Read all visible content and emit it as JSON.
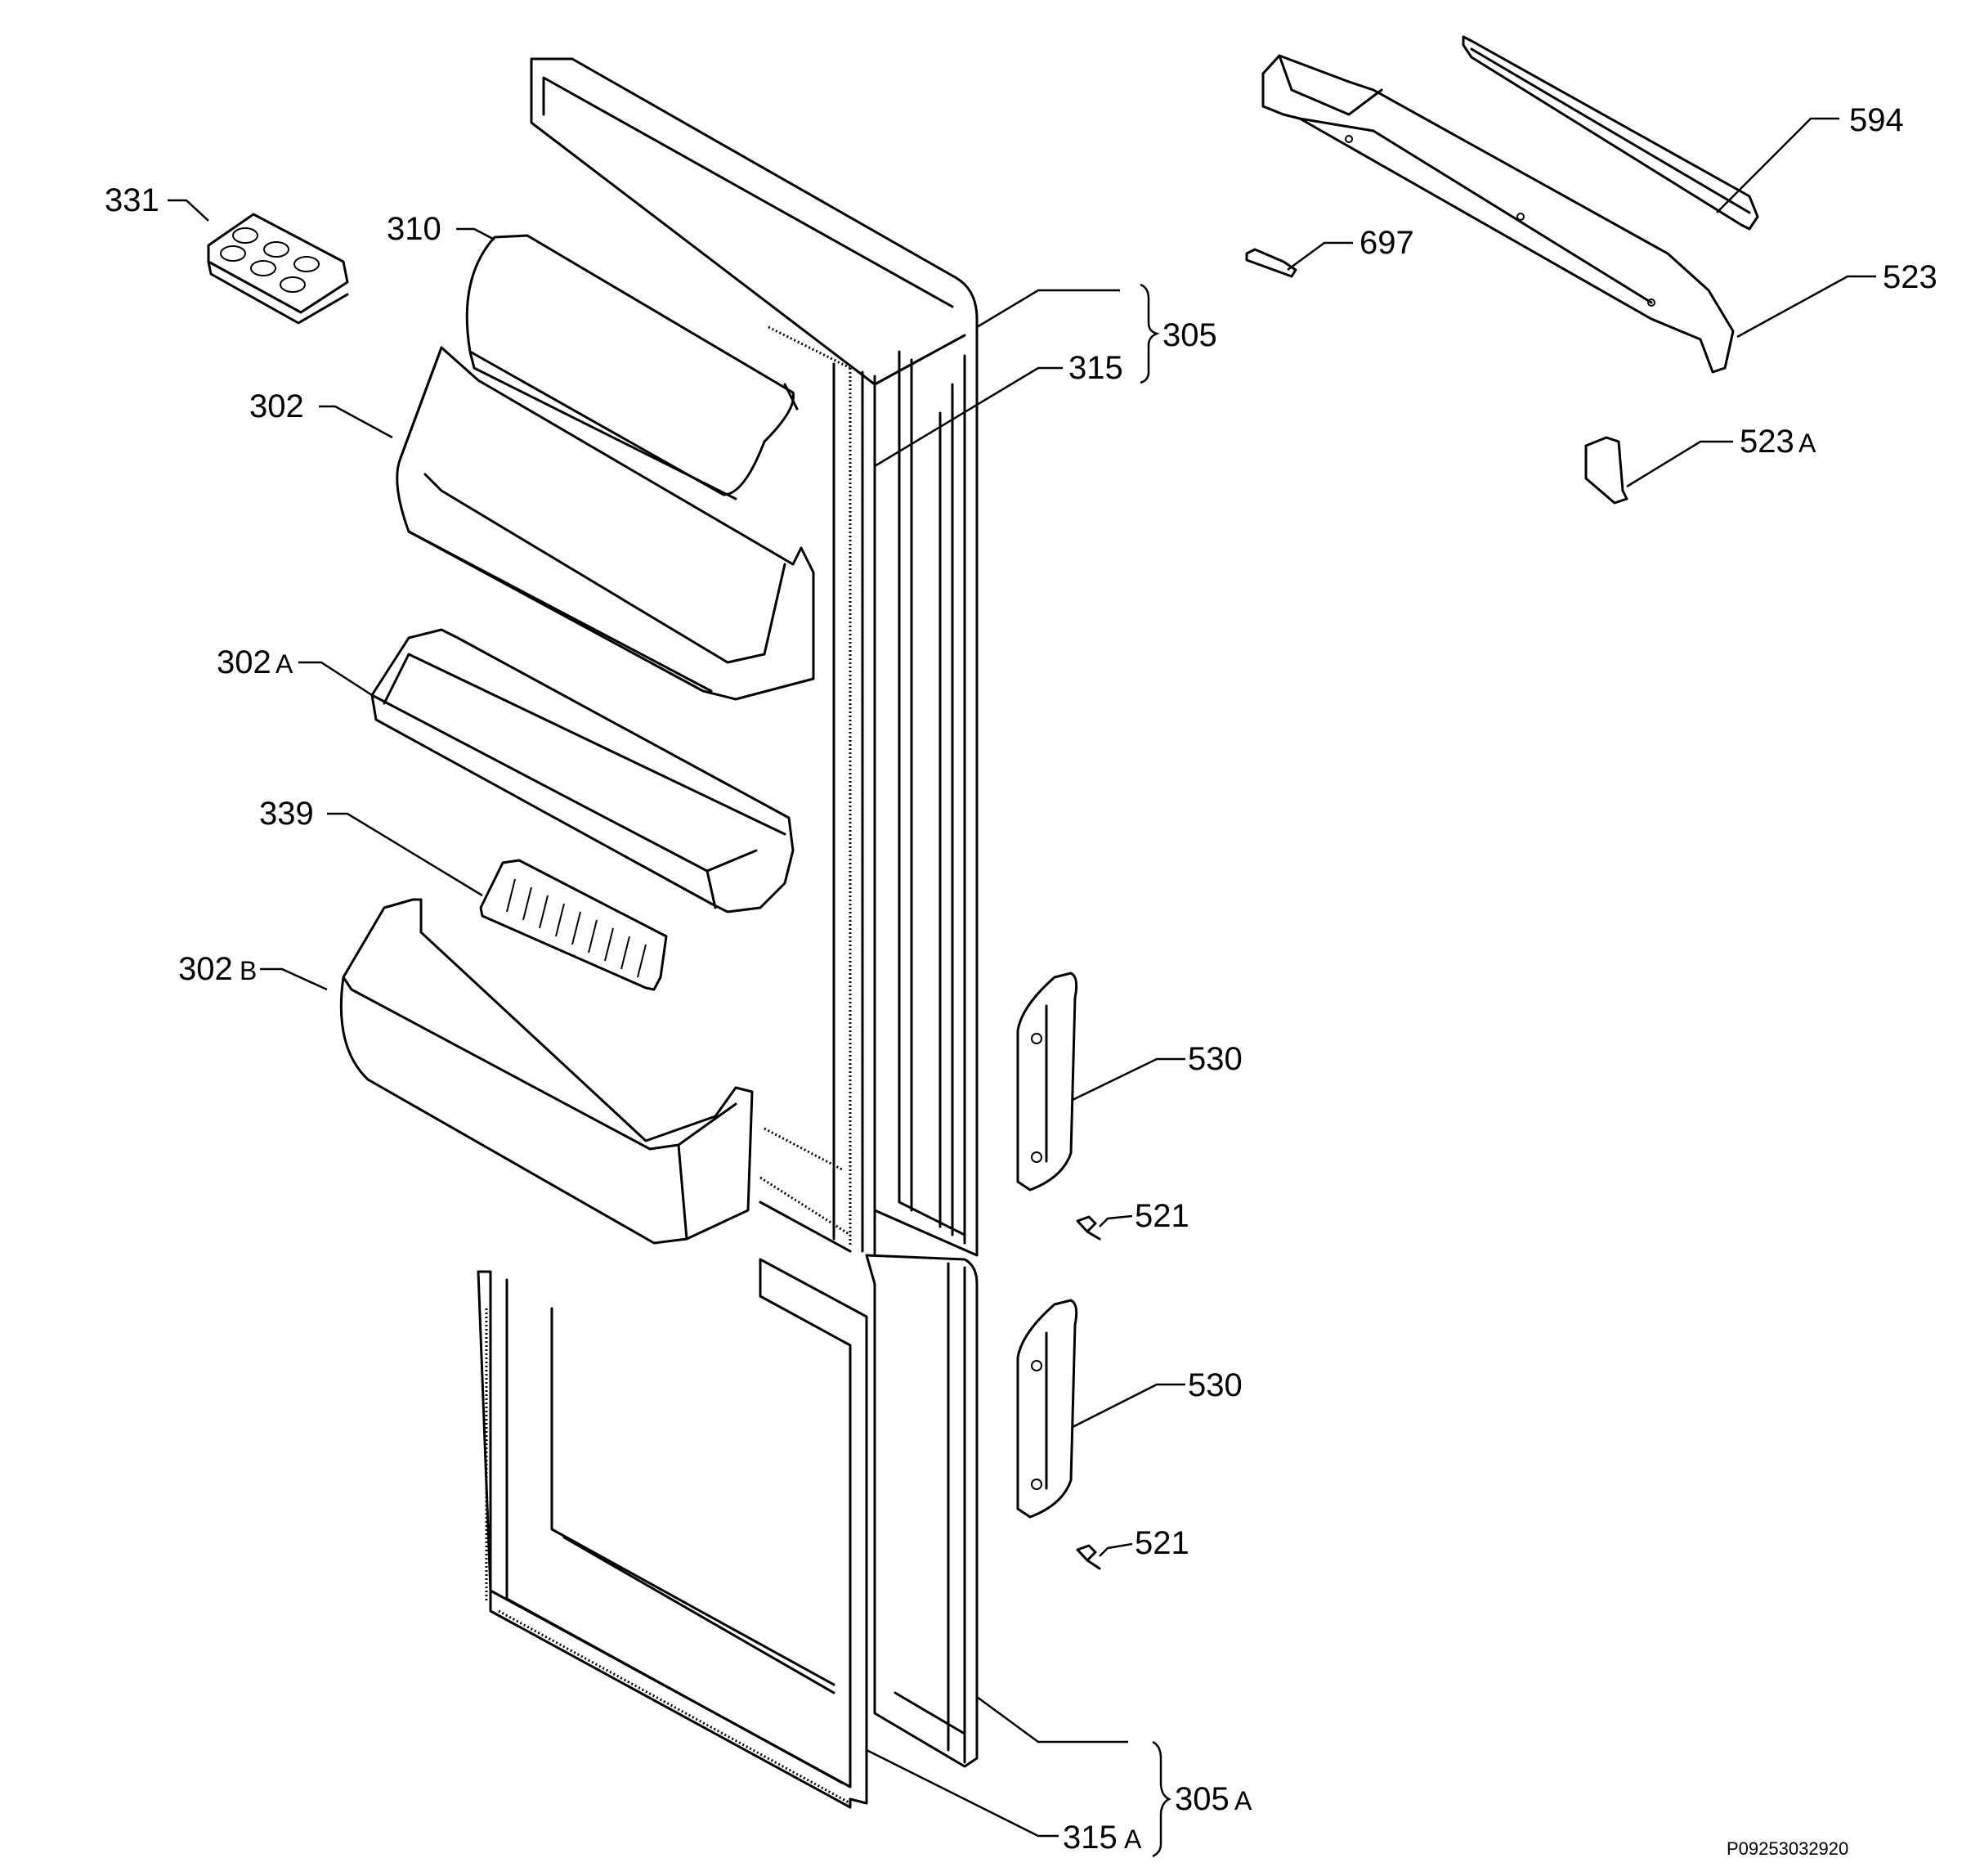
{
  "diagram": {
    "labels": {
      "p331": "331",
      "p310": "310",
      "p302": "302",
      "p302A": "302",
      "p302A_suffix": "A",
      "p339": "339",
      "p302B": "302",
      "p302B_suffix": "B",
      "p305": "305",
      "p315": "315",
      "p594": "594",
      "p697": "697",
      "p523": "523",
      "p523A": "523",
      "p523A_suffix": "A",
      "p530_top": "530",
      "p521_top": "521",
      "p530_bottom": "530",
      "p521_bottom": "521",
      "p305A": "305",
      "p305A_suffix": "A",
      "p315A": "315",
      "p315A_suffix": "A"
    },
    "drawing_code": "P09253032920"
  }
}
